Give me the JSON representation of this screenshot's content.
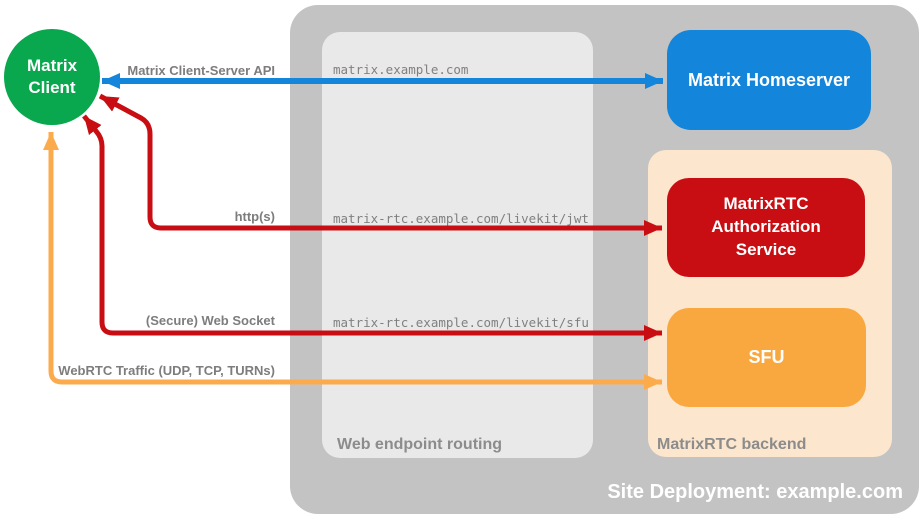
{
  "nodes": {
    "client": {
      "label": "Matrix Client",
      "color": "#09a84e",
      "text_color": "#ffffff"
    },
    "homeserver": {
      "label": "Matrix Homeserver",
      "color": "#1385da",
      "text_color": "#ffffff"
    },
    "auth_service": {
      "label": "MatrixRTC Authorization Service",
      "color": "#c90e13",
      "text_color": "#ffffff"
    },
    "sfu": {
      "label": "SFU",
      "color": "#f9a840",
      "text_color": "#ffffff"
    }
  },
  "containers": {
    "site_deployment": {
      "label": "Site Deployment: example.com",
      "color": "#c3c3c3",
      "label_color": "#ffffff"
    },
    "web_endpoint_routing": {
      "label": "Web endpoint routing",
      "color": "#e9e9e9",
      "label_color": "#8c8c8c"
    },
    "matrixrtc_backend": {
      "label": "MatrixRTC backend",
      "color": "#fce6cd",
      "label_color": "#8c8c8c"
    }
  },
  "endpoints": [
    "matrix.example.com",
    "matrix-rtc.example.com/livekit/jwt",
    "matrix-rtc.example.com/livekit/sfu"
  ],
  "arrows": [
    {
      "name": "matrix-client-server-api",
      "label": "Matrix Client-Server API",
      "color": "#1385da",
      "from": "Matrix Client",
      "to": "Matrix Homeserver",
      "bidirectional": true
    },
    {
      "name": "https",
      "label": "http(s)",
      "color": "#c90e13",
      "from": "Matrix Client",
      "to": "MatrixRTC Authorization Service",
      "bidirectional": true
    },
    {
      "name": "secure-web-socket",
      "label": "(Secure) Web Socket",
      "color": "#c90e13",
      "from": "Matrix Client",
      "to": "SFU",
      "bidirectional": true
    },
    {
      "name": "webrtc-traffic",
      "label": "WebRTC Traffic (UDP, TCP, TURNs)",
      "color": "#fbab4c",
      "from": "Matrix Client",
      "to": "SFU",
      "bidirectional": true
    }
  ]
}
